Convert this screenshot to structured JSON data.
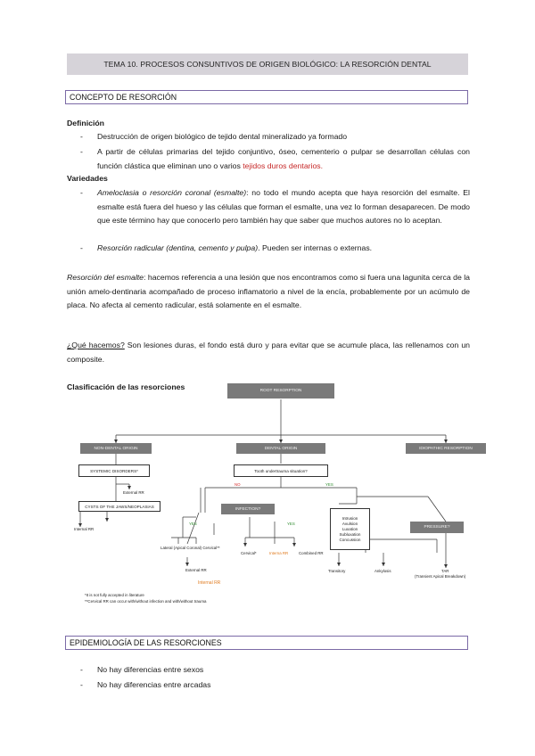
{
  "title": "TEMA 10. PROCESOS CONSUNTIVOS DE ORIGEN BIOLÓGICO: LA RESORCIÓN DENTAL",
  "section1": {
    "heading": "CONCEPTO DE RESORCIÓN",
    "definicion_heading": "Definición",
    "definicion_items": [
      "Destrucción de origen biológico de tejido dental mineralizado ya formado",
      "A partir de células primarias del tejido conjuntivo, óseo, cementerio o pulpar se desarrollan células con función clástica que eliminan uno o varios ",
      "tejidos duros dentarios."
    ],
    "variedades_heading": "Variedades",
    "variedades": [
      {
        "term": "Ameloclasia o resorción coronal (esmalte)",
        "text": ": no todo el mundo acepta que haya resorción del esmalte. El esmalte está fuera del hueso y las células que forman el esmalte, una vez lo forman desaparecen. De modo que este término hay que conocerlo pero también hay que saber que muchos autores no lo aceptan."
      },
      {
        "term": "Resorción radicular (dentina, cemento y pulpa)",
        "text": ". Pueden ser internas o externas."
      }
    ],
    "esmalte_term": "Resorción del esmalte",
    "esmalte_text": ": hacemos referencia a una lesión que nos encontramos como si fuera una lagunita cerca de la unión amelo-dentinaria acompañado de proceso inflamatorio a nivel de la encía, probablemente por un acúmulo de placa. No afecta al cemento radicular, está solamente en el esmalte.",
    "que_term": "¿Qué hacemos?",
    "que_text": " Son lesiones duras, el fondo está duro y para evitar que se acumule placa, las rellenamos con un composite.",
    "clasificacion_heading": "Clasificación de las resorciones"
  },
  "diagram": {
    "root": "ROOT RESORPTION",
    "nondental": "NON-DENTAL ORIGIN",
    "dental": "DENTAL ORIGIN",
    "idiopathic": "IDIOPATHIC RESORPTION",
    "systemic": "SYSTEMIC DISORDERS*",
    "external_rr": "External RR",
    "cysts": "CYSTS OF THE JAWS/NEOPLASIAS",
    "internal_rr_left": "Internal RR",
    "trauma_q": "Tooth undertrauma situation?",
    "no": "NO",
    "yes": "YES",
    "infection": "INFECTION?",
    "yes_a": "YES",
    "yes_b": "YES",
    "trauma_list": [
      "Intrusion",
      "Avulsion",
      "Luxation",
      "Subluxation",
      "Concussion"
    ],
    "pressure": "PRESSURE?",
    "lateral": "Lateral (Apical Coronal) Cervical**",
    "external_rr_mid": "External RR",
    "internal_rr_orange": "Internal RR",
    "cervical": "Cervical*",
    "interna_rr": "Interna RR",
    "combined": "Combined RR",
    "transitory": "Transitory",
    "ankylosis": "Ankylosis",
    "tar": "TAR",
    "tar_full": "(Transient Apical Breakdown)",
    "footnote1": "*It is not fully accepted in literature",
    "footnote2": "**Cervical RR can occur with/without infection and with/without trauma"
  },
  "section2": {
    "heading": "EPIDEMIOLOGÍA DE LAS RESORCIONES",
    "items": [
      "No hay diferencias entre sexos",
      "No hay diferencias entre arcadas"
    ]
  }
}
